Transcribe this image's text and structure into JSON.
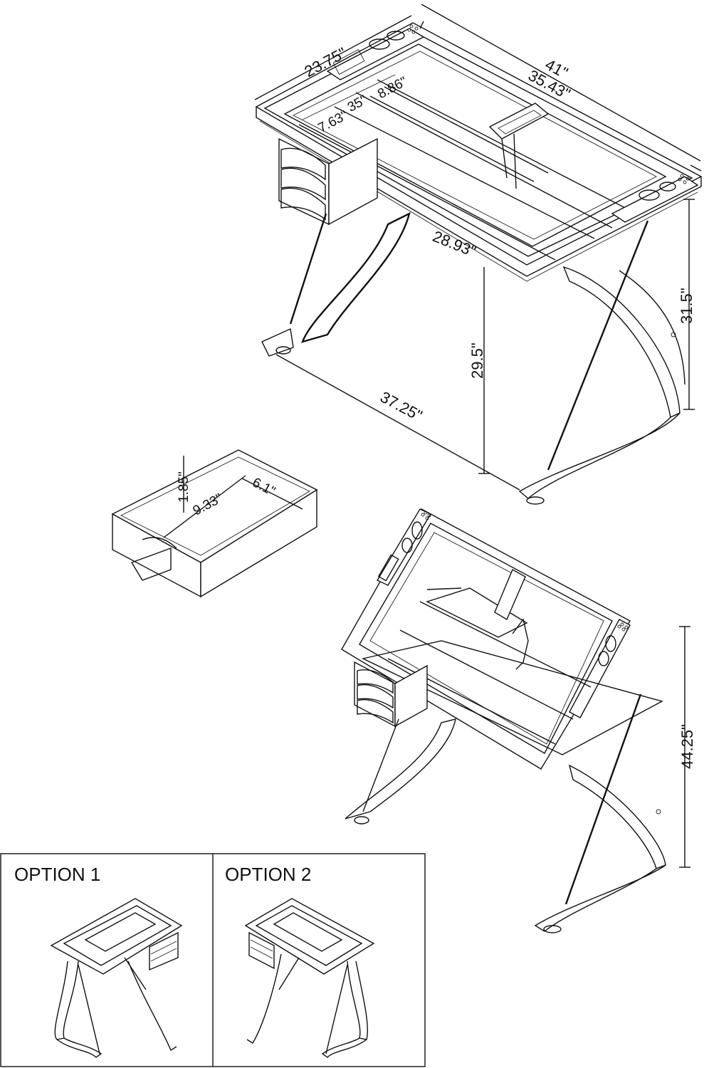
{
  "diagram": {
    "main_view": {
      "dimensions": {
        "depth": "23.75\"",
        "width": "41\"",
        "inner_width": "35.43\"",
        "tray_a": "8.86\"",
        "tray_b": "7.63\"",
        "tray_c": "35\"",
        "leg_span": "28.93\"",
        "total_height": "31.5\"",
        "desk_height": "29.5\"",
        "base_width": "37.25\""
      }
    },
    "drawer_view": {
      "dimensions": {
        "height": "1.85\"",
        "length": "9.33\"",
        "width": "6.1\""
      }
    },
    "tilted_view": {
      "dimensions": {
        "raised_height": "44.25\""
      }
    },
    "options": [
      {
        "label": "OPTION 1"
      },
      {
        "label": "OPTION 2"
      }
    ]
  }
}
